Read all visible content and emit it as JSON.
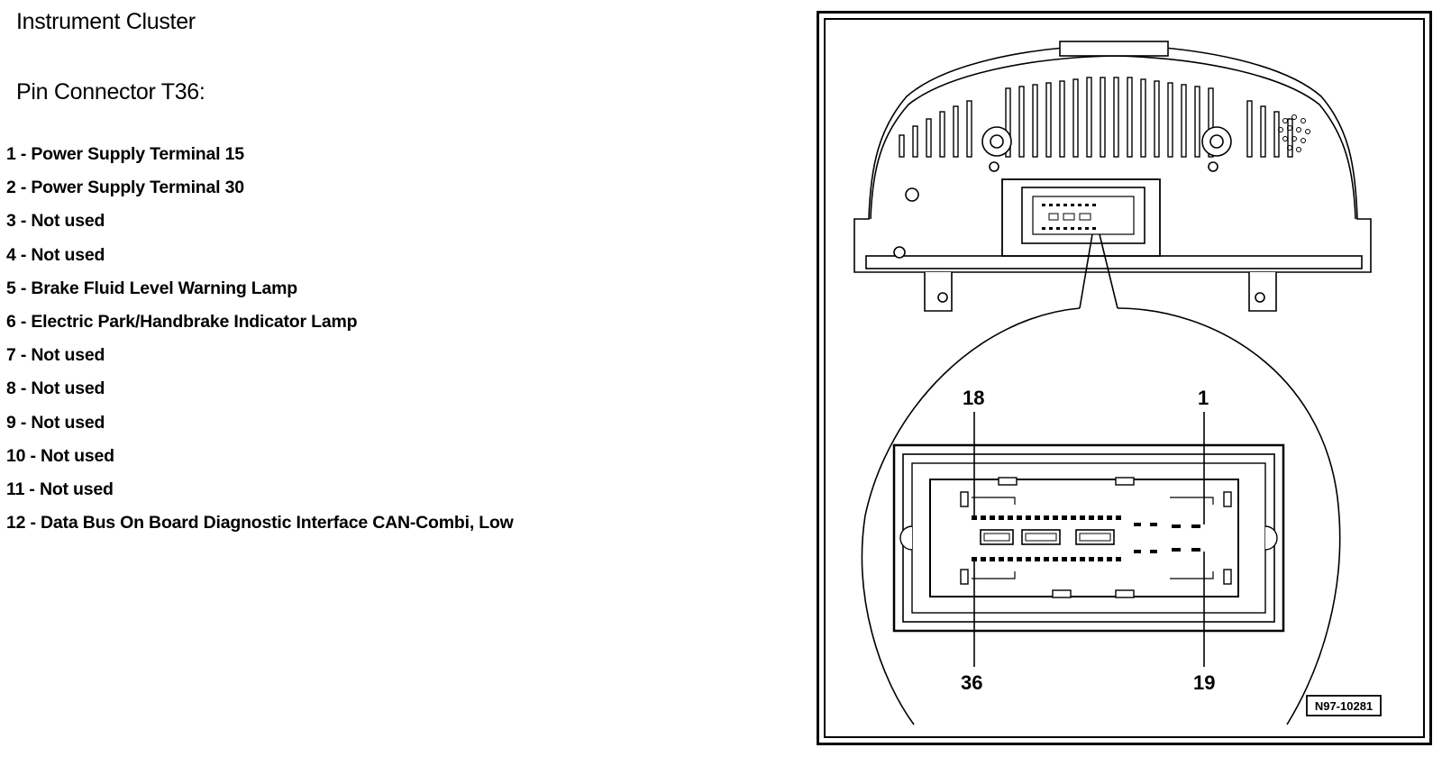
{
  "title": "Instrument Cluster",
  "subtitle": "Pin Connector T36:",
  "pins": [
    "1 - Power Supply Terminal 15",
    "2 - Power Supply Terminal 30",
    "3 - Not used",
    "4 - Not used",
    "5 - Brake Fluid Level Warning Lamp",
    "6 - Electric Park/Handbrake Indicator Lamp",
    "7 - Not used",
    "8 - Not used",
    "9 - Not used",
    "10 - Not used",
    "11 - Not used",
    "12 - Data Bus On Board Diagnostic Interface CAN-Combi, Low"
  ],
  "figure": {
    "pin_labels": {
      "top_left": "18",
      "top_right": "1",
      "bottom_left": "36",
      "bottom_right": "19"
    },
    "figure_id": "N97-10281"
  }
}
